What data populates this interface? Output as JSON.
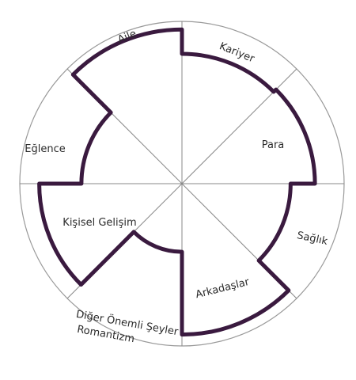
{
  "wheel": {
    "segments": [
      {
        "label": "Aile",
        "level": 0.95
      },
      {
        "label": "Kariyer",
        "level": 0.8
      },
      {
        "label": "Para",
        "level": 0.82
      },
      {
        "label": "Sağlık",
        "level": 0.67
      },
      {
        "label": "Arkadaşlar",
        "level": 0.93
      },
      {
        "label": "Diğer Önemli Şeyler",
        "label2": "Romantizm",
        "level": 0.42
      },
      {
        "label": "Kişisel Gelişim",
        "level": 0.88
      },
      {
        "label": "Eğlence",
        "level": 0.62
      }
    ],
    "colors": {
      "outline": "#999999",
      "divider": "#888888",
      "curve": "#3a1a3f"
    }
  }
}
